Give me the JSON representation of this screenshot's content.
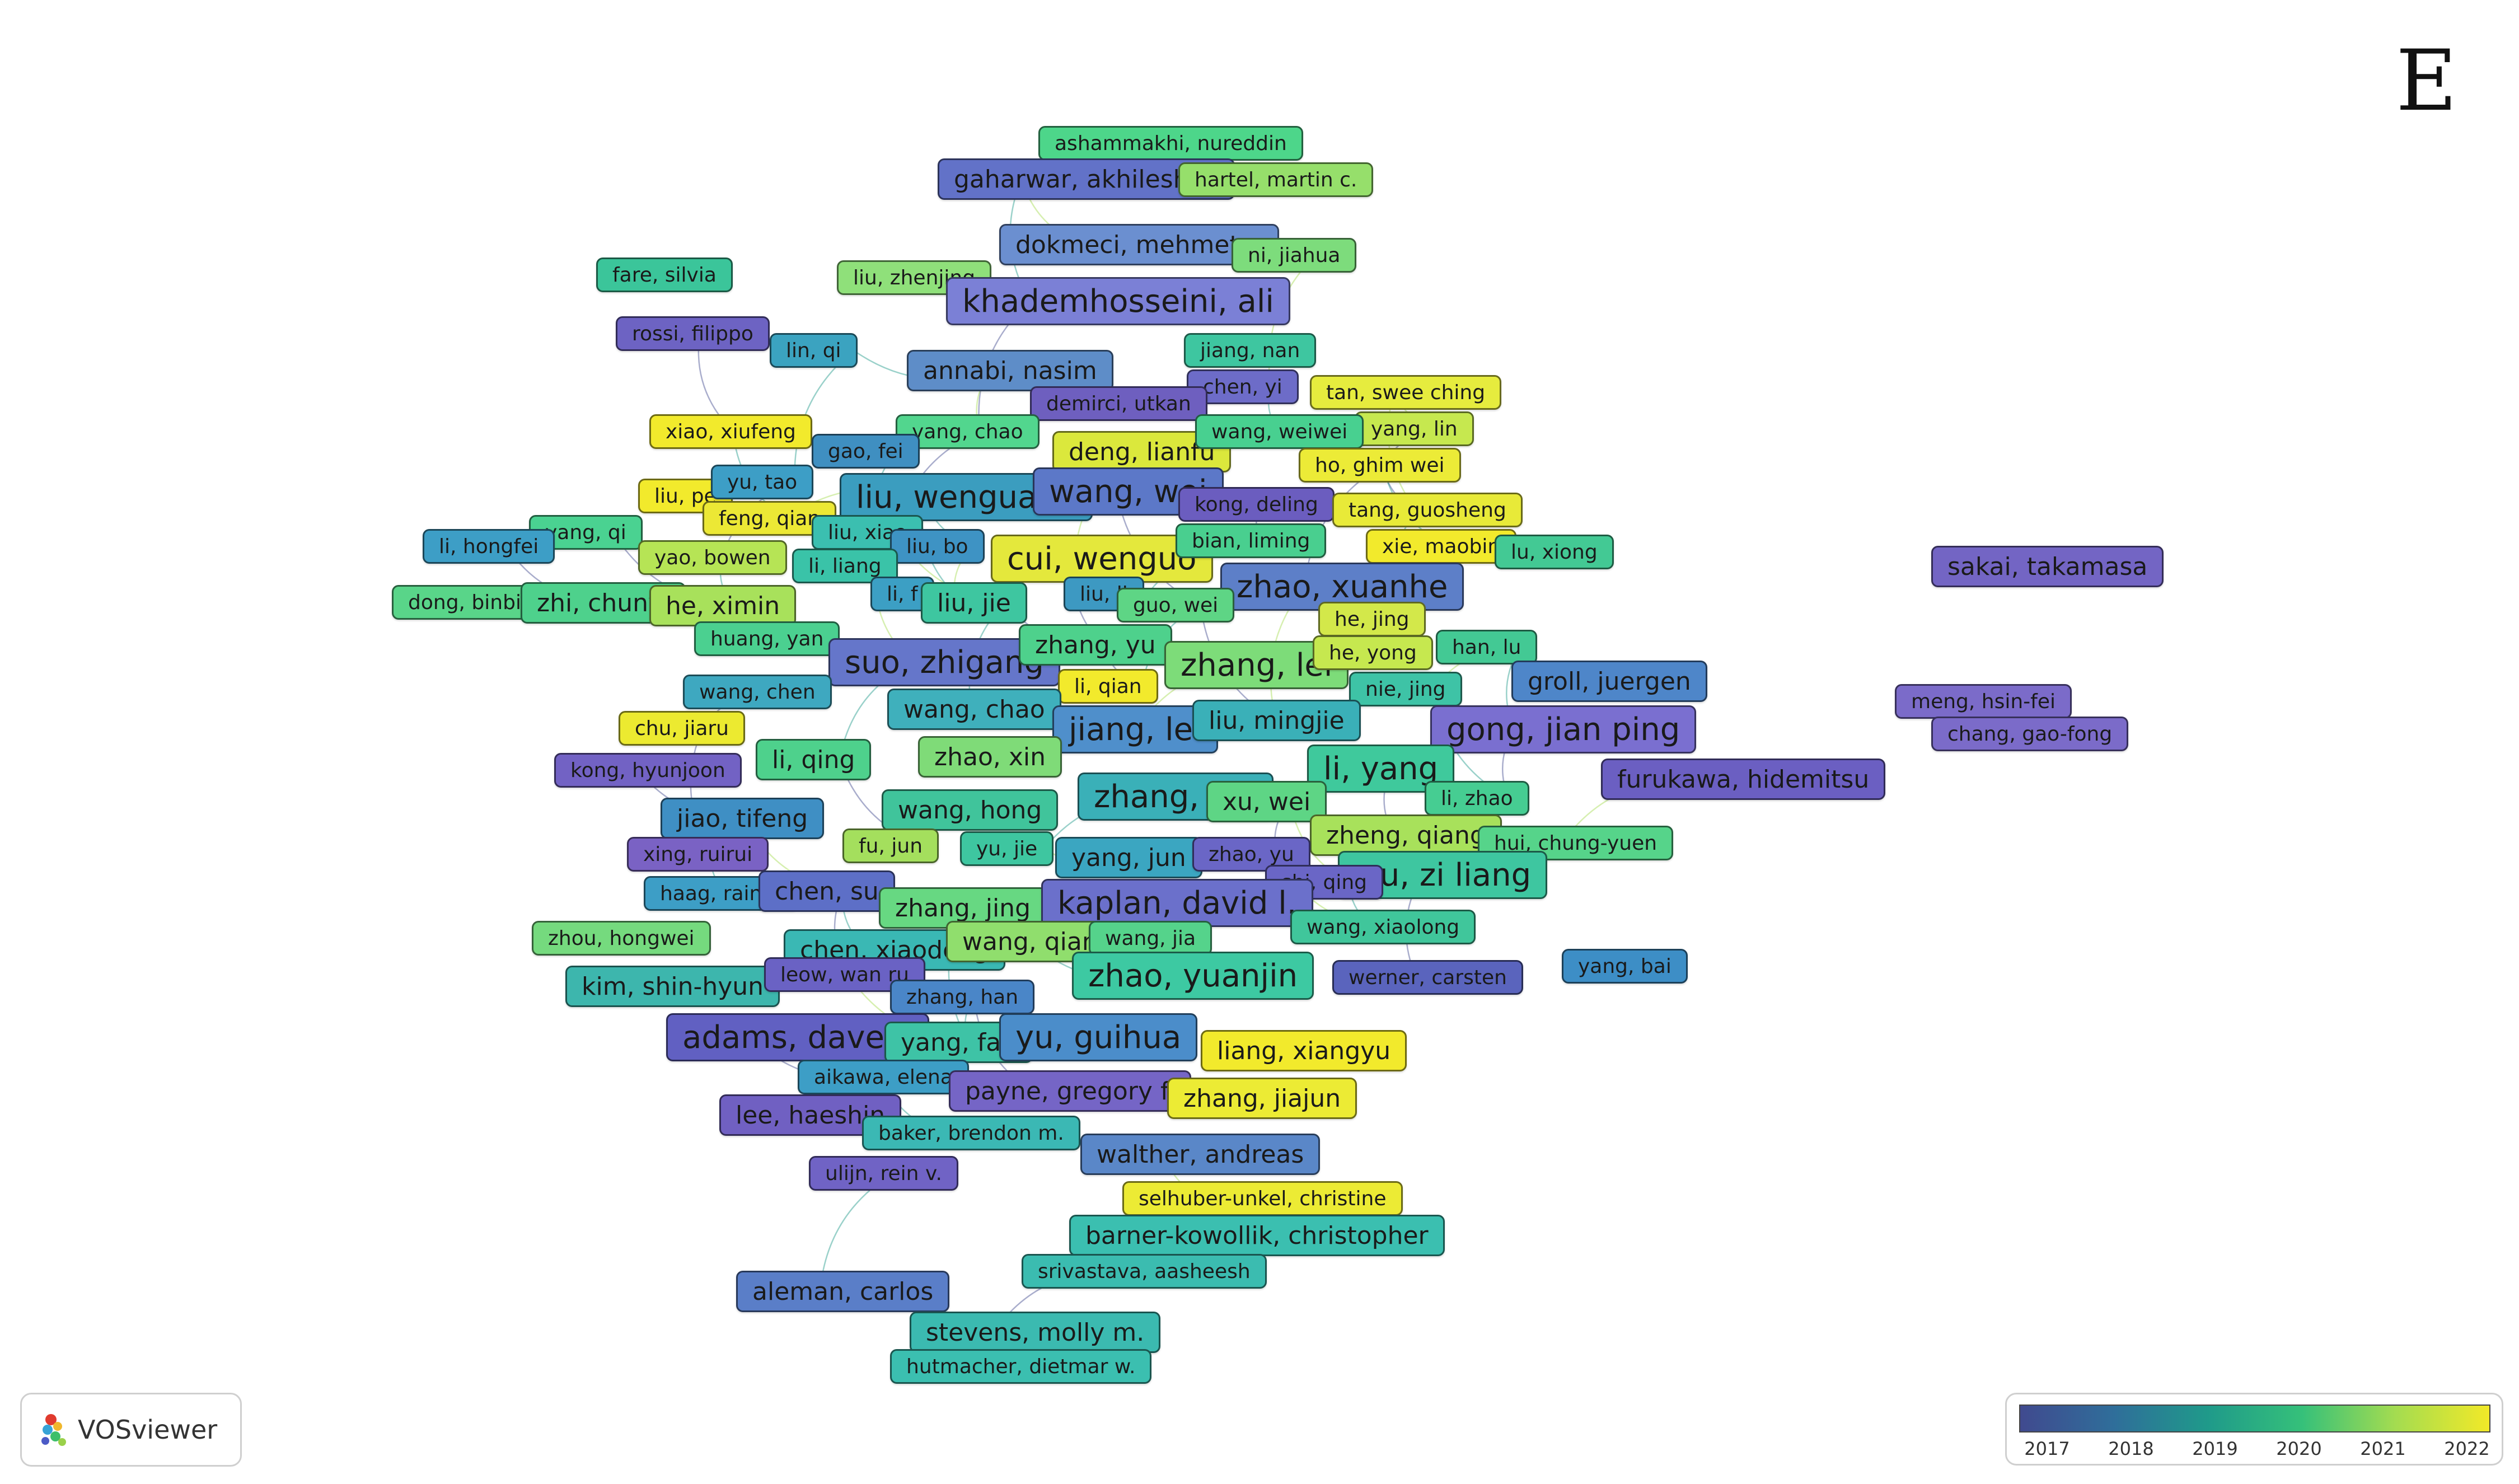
{
  "panel_letter": "E",
  "app": {
    "name": "VOSviewer"
  },
  "legend": {
    "years": [
      "2017",
      "2018",
      "2019",
      "2020",
      "2021",
      "2022"
    ],
    "colors": [
      "#404a8f",
      "#2f6e9a",
      "#1f9a8a",
      "#35c07a",
      "#a4dc50",
      "#f2e928"
    ]
  },
  "nodes": [
    {
      "label": "ashammakhi, nureddin",
      "color": "#4dd68a",
      "weight": 1
    },
    {
      "label": "gaharwar, akhilesh k.",
      "color": "#6272c8",
      "weight": 2
    },
    {
      "label": "hartel, martin c.",
      "color": "#96df6b",
      "weight": 1
    },
    {
      "label": "dokmeci, mehmet r.",
      "color": "#6b8fd0",
      "weight": 2
    },
    {
      "label": "ni, jiahua",
      "color": "#7ddc7c",
      "weight": 1
    },
    {
      "label": "fare, silvia",
      "color": "#3bc59a",
      "weight": 1
    },
    {
      "label": "liu, zhenjing",
      "color": "#8fe07a",
      "weight": 1
    },
    {
      "label": "khademhosseini, ali",
      "color": "#7b80d6",
      "weight": 3
    },
    {
      "label": "rossi, filippo",
      "color": "#6d63c3",
      "weight": 1
    },
    {
      "label": "lin, qi",
      "color": "#3ba3c0",
      "weight": 1
    },
    {
      "label": "jiang, nan",
      "color": "#3ec6a0",
      "weight": 1
    },
    {
      "label": "annabi, nasim",
      "color": "#5e8dc8",
      "weight": 2
    },
    {
      "label": "chen, yi",
      "color": "#6d6cc8",
      "weight": 1
    },
    {
      "label": "tan, swee ching",
      "color": "#e6ec3e",
      "weight": 1
    },
    {
      "label": "demirci, utkan",
      "color": "#6e5fbf",
      "weight": 1
    },
    {
      "label": "yang, lin",
      "color": "#c6e84f",
      "weight": 1
    },
    {
      "label": "xiao, xiufeng",
      "color": "#f2ea2c",
      "weight": 1
    },
    {
      "label": "yang, chao",
      "color": "#52d68e",
      "weight": 1
    },
    {
      "label": "gao, fei",
      "color": "#3f8fc1",
      "weight": 1
    },
    {
      "label": "deng, lianfu",
      "color": "#dbe83c",
      "weight": 2
    },
    {
      "label": "wang, weiwei",
      "color": "#48d090",
      "weight": 1
    },
    {
      "label": "ho, ghim wei",
      "color": "#eceb37",
      "weight": 1
    },
    {
      "label": "liu, pe",
      "color": "#f2ea2c",
      "weight": 1
    },
    {
      "label": "yu, tao",
      "color": "#3d9ec6",
      "weight": 1
    },
    {
      "label": "liu, wenguang",
      "color": "#3b9dbf",
      "weight": 3
    },
    {
      "label": "wang, wei",
      "color": "#5c78c8",
      "weight": 3
    },
    {
      "label": "kong, deling",
      "color": "#6b5dbf",
      "weight": 1
    },
    {
      "label": "tang, guosheng",
      "color": "#e8ea38",
      "weight": 1
    },
    {
      "label": "feng, qian",
      "color": "#ece835",
      "weight": 1
    },
    {
      "label": "yang, qi",
      "color": "#4ad291",
      "weight": 1
    },
    {
      "label": "li, hongfei",
      "color": "#3d9ec6",
      "weight": 1
    },
    {
      "label": "liu, xiao",
      "color": "#3bbfb0",
      "weight": 1
    },
    {
      "label": "liu, bo",
      "color": "#3e93c4",
      "weight": 1
    },
    {
      "label": "cui, wenguo",
      "color": "#e4e83c",
      "weight": 3
    },
    {
      "label": "bian, liming",
      "color": "#49cf8f",
      "weight": 1
    },
    {
      "label": "xie, maobin",
      "color": "#f2ea2c",
      "weight": 1
    },
    {
      "label": "lu, xiong",
      "color": "#43c994",
      "weight": 1
    },
    {
      "label": "yao, bowen",
      "color": "#b6e455",
      "weight": 1
    },
    {
      "label": "li, liang",
      "color": "#3ac3a8",
      "weight": 1
    },
    {
      "label": "zhao, xuanhe",
      "color": "#5d7fc8",
      "weight": 3
    },
    {
      "label": "sakai, takamasa",
      "color": "#7365c4",
      "weight": 2
    },
    {
      "label": "dong, binbin",
      "color": "#59d589",
      "weight": 1
    },
    {
      "label": "zhi, chunyi",
      "color": "#4ed18c",
      "weight": 2
    },
    {
      "label": "he, ximin",
      "color": "#a8e15b",
      "weight": 2
    },
    {
      "label": "li, f",
      "color": "#3c9fc4",
      "weight": 1
    },
    {
      "label": "liu, jie",
      "color": "#3ec6a0",
      "weight": 2
    },
    {
      "label": "liu, li",
      "color": "#3d99c2",
      "weight": 1
    },
    {
      "label": "guo, wei",
      "color": "#5ed585",
      "weight": 1
    },
    {
      "label": "he, jing",
      "color": "#d3e84a",
      "weight": 1
    },
    {
      "label": "huang, yan",
      "color": "#4bd090",
      "weight": 1
    },
    {
      "label": "suo, zhigang",
      "color": "#6576ca",
      "weight": 3
    },
    {
      "label": "zhang, yu",
      "color": "#4ed18c",
      "weight": 2
    },
    {
      "label": "zhang, lei",
      "color": "#7ddc79",
      "weight": 3
    },
    {
      "label": "he, yong",
      "color": "#c6e84f",
      "weight": 1
    },
    {
      "label": "han, lu",
      "color": "#43c994",
      "weight": 1
    },
    {
      "label": "groll, juergen",
      "color": "#4e86c9",
      "weight": 2
    },
    {
      "label": "wang, chen",
      "color": "#3ea8c0",
      "weight": 1
    },
    {
      "label": "li, qian",
      "color": "#f2ea2c",
      "weight": 1
    },
    {
      "label": "nie, jing",
      "color": "#3ec3a6",
      "weight": 1
    },
    {
      "label": "wang, chao",
      "color": "#3fb0bc",
      "weight": 2
    },
    {
      "label": "jiang, lei",
      "color": "#4f8fcb",
      "weight": 3
    },
    {
      "label": "liu, mingjie",
      "color": "#3ab0b8",
      "weight": 2
    },
    {
      "label": "gong, jian ping",
      "color": "#7a6fd0",
      "weight": 3
    },
    {
      "label": "meng, hsin-fei",
      "color": "#7b6bc9",
      "weight": 1
    },
    {
      "label": "chu, jiaru",
      "color": "#ecea30",
      "weight": 1
    },
    {
      "label": "chang, gao-fong",
      "color": "#7b6bc9",
      "weight": 1
    },
    {
      "label": "li, qing",
      "color": "#4ed18c",
      "weight": 2
    },
    {
      "label": "zhao, xin",
      "color": "#7fdb78",
      "weight": 2
    },
    {
      "label": "li, yang",
      "color": "#3fc99c",
      "weight": 3
    },
    {
      "label": "kong, hyunjoon",
      "color": "#7262c4",
      "weight": 1
    },
    {
      "label": "li, zhao",
      "color": "#46cd92",
      "weight": 1
    },
    {
      "label": "furukawa, hidemitsu",
      "color": "#6b5fc2",
      "weight": 2
    },
    {
      "label": "wang, hong",
      "color": "#40c49b",
      "weight": 2
    },
    {
      "label": "zhang, hui",
      "color": "#3ab0b8",
      "weight": 3
    },
    {
      "label": "xu, wei",
      "color": "#5ed585",
      "weight": 2
    },
    {
      "label": "jiao, tifeng",
      "color": "#3f8fc4",
      "weight": 2
    },
    {
      "label": "zheng, qiang",
      "color": "#a8e15b",
      "weight": 2
    },
    {
      "label": "hui, chung-yuen",
      "color": "#56d48a",
      "weight": 1
    },
    {
      "label": "fu, jun",
      "color": "#a4df5d",
      "weight": 1
    },
    {
      "label": "yu, jie",
      "color": "#3ec6a0",
      "weight": 1
    },
    {
      "label": "xing, ruirui",
      "color": "#7a62c4",
      "weight": 1
    },
    {
      "label": "yang, jun",
      "color": "#3ba6c1",
      "weight": 2
    },
    {
      "label": "zhao, yu",
      "color": "#6a66c6",
      "weight": 1
    },
    {
      "label": "wu, zi liang",
      "color": "#3ec6a0",
      "weight": 3
    },
    {
      "label": "haag, rainer",
      "color": "#3d9ec6",
      "weight": 1
    },
    {
      "label": "chen, su",
      "color": "#5d6fc7",
      "weight": 2
    },
    {
      "label": "shi, qing",
      "color": "#6a66c6",
      "weight": 1
    },
    {
      "label": "zhang, jing",
      "color": "#67d882",
      "weight": 2
    },
    {
      "label": "kaplan, david l.",
      "color": "#6b70cb",
      "weight": 3
    },
    {
      "label": "zhou, hongwei",
      "color": "#75da7e",
      "weight": 1
    },
    {
      "label": "wang, xiaolong",
      "color": "#40c69b",
      "weight": 1
    },
    {
      "label": "chen, xiaodong",
      "color": "#3ab8b4",
      "weight": 2
    },
    {
      "label": "wang, qian",
      "color": "#90de6d",
      "weight": 2
    },
    {
      "label": "wang, jia",
      "color": "#55d38b",
      "weight": 1
    },
    {
      "label": "kim, shin-hyun",
      "color": "#3db6ad",
      "weight": 2
    },
    {
      "label": "leow, wan ru",
      "color": "#6a62c4",
      "weight": 1
    },
    {
      "label": "zhao, yuanjin",
      "color": "#3dc9a2",
      "weight": 3
    },
    {
      "label": "werner, carsten",
      "color": "#5a64bd",
      "weight": 1
    },
    {
      "label": "yang, bai",
      "color": "#3d8ec6",
      "weight": 1
    },
    {
      "label": "zhang, han",
      "color": "#4a86c8",
      "weight": 1
    },
    {
      "label": "adams, dave j.",
      "color": "#6160c2",
      "weight": 3
    },
    {
      "label": "yang, fan",
      "color": "#3ec3a6",
      "weight": 2
    },
    {
      "label": "yu, guihua",
      "color": "#4b8dca",
      "weight": 3
    },
    {
      "label": "liang, xiangyu",
      "color": "#f2ea2c",
      "weight": 2
    },
    {
      "label": "aikawa, elena",
      "color": "#3d9ec6",
      "weight": 1
    },
    {
      "label": "payne, gregory f.",
      "color": "#7565c6",
      "weight": 2
    },
    {
      "label": "zhang, jiajun",
      "color": "#eceb34",
      "weight": 2
    },
    {
      "label": "lee, haeshin",
      "color": "#7060c2",
      "weight": 2
    },
    {
      "label": "baker, brendon m.",
      "color": "#3bb8b4",
      "weight": 1
    },
    {
      "label": "walther, andreas",
      "color": "#5a87c8",
      "weight": 2
    },
    {
      "label": "ulijn, rein v.",
      "color": "#7063c5",
      "weight": 1
    },
    {
      "label": "selhuber-unkel, christine",
      "color": "#eceb34",
      "weight": 1
    },
    {
      "label": "barner-kowollik, christopher",
      "color": "#3bbfb0",
      "weight": 2
    },
    {
      "label": "srivastava, aasheesh",
      "color": "#3bbcb0",
      "weight": 1
    },
    {
      "label": "aleman, carlos",
      "color": "#5a7ec8",
      "weight": 2
    },
    {
      "label": "stevens, molly m.",
      "color": "#3bbab0",
      "weight": 2
    },
    {
      "label": "hutmacher, dietmar w.",
      "color": "#3bbfb0",
      "weight": 1
    }
  ]
}
